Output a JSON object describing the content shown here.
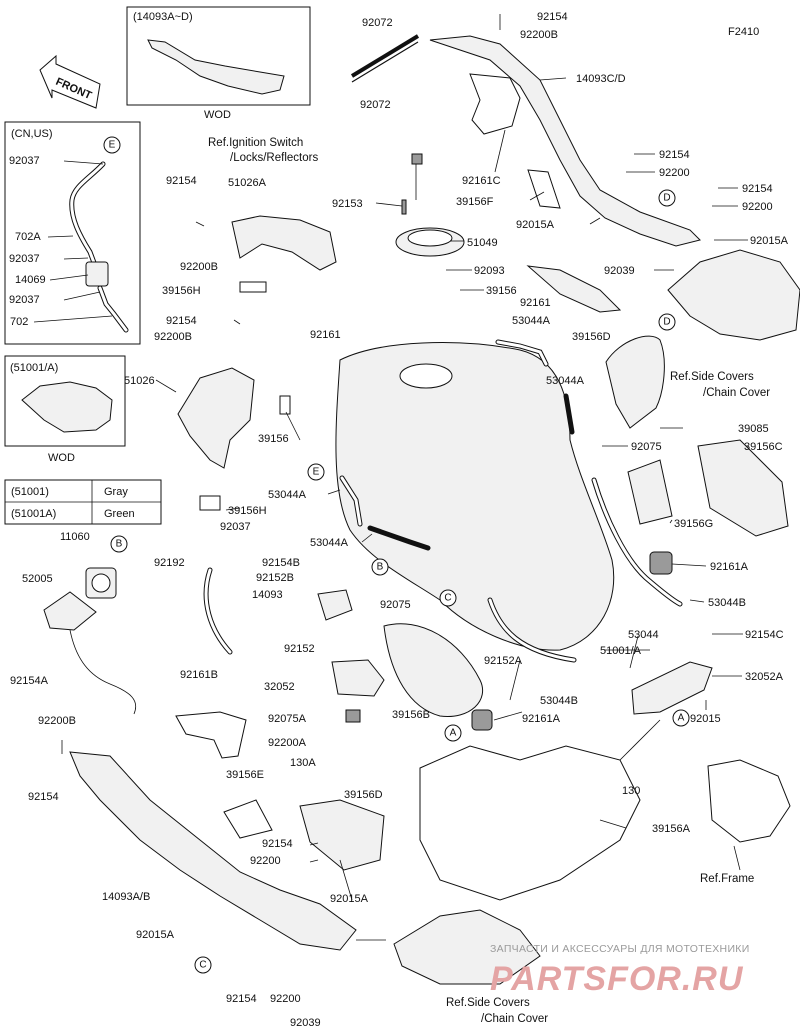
{
  "diagram": {
    "code": "F2410",
    "front_label": "FRONT",
    "inset_top": {
      "title": "(14093A~D)",
      "note": "WOD"
    },
    "inset_cn": {
      "title": "(CN,US)"
    },
    "inset_wod": {
      "title": "(51001/A)",
      "note": "WOD"
    },
    "color_table": [
      {
        "code": "(51001)",
        "color": "Gray"
      },
      {
        "code": "(51001A)",
        "color": "Green"
      }
    ],
    "refs": {
      "ignition_line1": "Ref.Ignition Switch",
      "ignition_line2": "/Locks/Reflectors",
      "side_covers_line1": "Ref.Side Covers",
      "side_covers_line2": "/Chain Cover",
      "frame": "Ref.Frame"
    },
    "markers": {
      "A": "A",
      "B": "B",
      "C": "C",
      "D": "D",
      "E": "E"
    },
    "labels": {
      "92072_top": "92072",
      "92072_bot": "92072",
      "92154_t1": "92154",
      "92200B_t1": "92200B",
      "14093CD": "14093C/D",
      "92161C": "92161C",
      "39156F": "39156F",
      "92015A_t": "92015A",
      "92154_r1": "92154",
      "92200_r1": "92200",
      "92154_r2": "92154",
      "92200_r2": "92200",
      "92015A_r": "92015A",
      "92039_r": "92039",
      "92037_e": "92037",
      "702A": "702A",
      "92037_2": "92037",
      "14069": "14069",
      "92037_3": "92037",
      "702": "702",
      "92154_l1": "92154",
      "51026A": "51026A",
      "92200B_l1": "92200B",
      "39156H_t": "39156H",
      "92153": "92153",
      "51049": "51049",
      "92093": "92093",
      "39156_c": "39156",
      "92161_c": "92161",
      "53044A_c": "53044A",
      "39156D_r": "39156D",
      "53044A_r": "53044A",
      "92154_l2": "92154",
      "92200B_l2": "92200B",
      "92161_l": "92161",
      "51026": "51026",
      "39156_l": "39156",
      "39085": "39085",
      "39156C": "39156C",
      "92075_r": "92075",
      "53044A_l": "53044A",
      "39156H_l": "39156H",
      "92037_l": "92037",
      "39156G": "39156G",
      "11060": "11060",
      "53044A_m": "53044A",
      "92192": "92192",
      "92154B": "92154B",
      "92152B": "92152B",
      "92161A_r": "92161A",
      "52005": "52005",
      "14093": "14093",
      "92075_m": "92075",
      "53044B_r": "53044B",
      "92154A": "92154A",
      "92152": "92152",
      "53044": "53044",
      "92154C": "92154C",
      "51001A": "51001/A",
      "32052A": "32052A",
      "92152A": "92152A",
      "92161B": "92161B",
      "32052": "32052",
      "53044B_b": "53044B",
      "92075A": "92075A",
      "39156B": "39156B",
      "92161A_b": "92161A",
      "92015_r": "92015",
      "92200A": "92200A",
      "130A": "130A",
      "130": "130",
      "92200B_b": "92200B",
      "92154_b1": "92154",
      "39156E": "39156E",
      "39156D_b": "39156D",
      "39156A": "39156A",
      "92154_b2": "92154",
      "92200_b": "92200",
      "14093AB": "14093A/B",
      "92015A_b1": "92015A",
      "92015A_b2": "92015A",
      "92154_b3": "92154",
      "92200_b2": "92200",
      "92039_b": "92039"
    },
    "watermark": {
      "line1": "ЗАПЧАСТИ И АКСЕССУАРЫ ДЛЯ МОТОТЕХНИКИ",
      "line2": "PARTSFOR.RU"
    }
  }
}
